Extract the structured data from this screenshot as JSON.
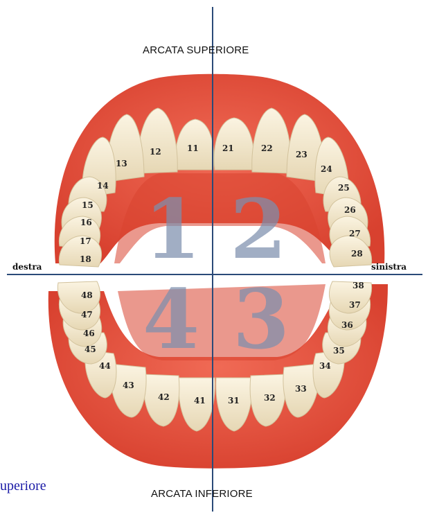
{
  "labels": {
    "upper_arch": "ARCATA SUPERIORE",
    "lower_arch": "ARCATA INFERIORE",
    "right_side": "destra",
    "left_side": "sinistra",
    "cut_text": "uperiore"
  },
  "quadrants": [
    "1",
    "2",
    "3",
    "4"
  ],
  "teeth": [
    "11",
    "12",
    "13",
    "14",
    "15",
    "16",
    "17",
    "18",
    "21",
    "22",
    "23",
    "24",
    "25",
    "26",
    "27",
    "28",
    "31",
    "32",
    "33",
    "34",
    "35",
    "36",
    "37",
    "38",
    "41",
    "42",
    "43",
    "44",
    "45",
    "46",
    "47",
    "48"
  ],
  "colors": {
    "gum": "#e8533e",
    "gum_dark": "#c93a2a",
    "tooth": "#f4e9cf",
    "axis": "#2a4a78",
    "quadrant_numeral": "#7d8fae"
  }
}
